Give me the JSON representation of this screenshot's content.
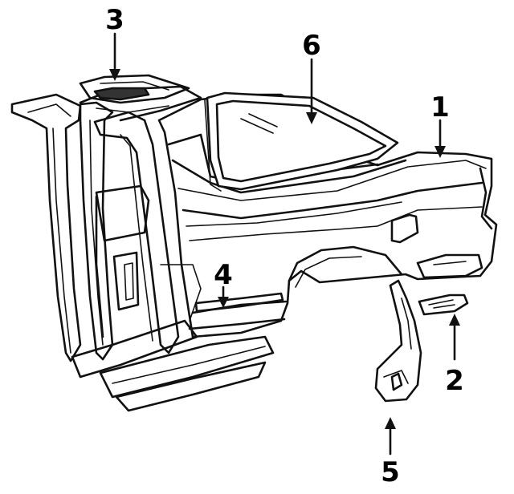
{
  "callouts": [
    {
      "id": "1",
      "label": "1",
      "part": "quarter-panel"
    },
    {
      "id": "2",
      "label": "2",
      "part": "side-marker-lamp"
    },
    {
      "id": "3",
      "label": "3",
      "part": "roof-side-rail"
    },
    {
      "id": "4",
      "label": "4",
      "part": "body-side-molding"
    },
    {
      "id": "5",
      "label": "5",
      "part": "wheel-house-splash-shield"
    },
    {
      "id": "6",
      "label": "6",
      "part": "quarter-window-glass"
    }
  ],
  "colors": {
    "line": "#111111",
    "background": "#ffffff"
  }
}
